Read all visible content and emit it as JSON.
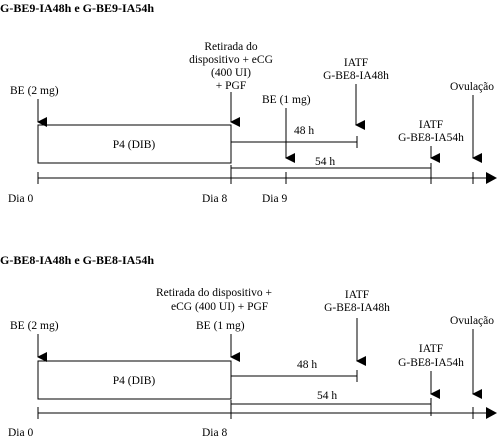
{
  "panel1": {
    "title": "G-BE9-IA48h e G-BE9-IA54h",
    "be_day0": "BE (2 mg)",
    "p4_box": "P4 (DIB)",
    "removal_l1": "Retirada do",
    "removal_l2": "dispositivo + eCG",
    "removal_l3": "(400 UI)",
    "removal_l4": "+ PGF",
    "be_day9": "BE (1 mg)",
    "iatf48_l1": "IATF",
    "iatf48_l2": "G-BE8-IA48h",
    "span48": "48 h",
    "iatf54_l1": "IATF",
    "iatf54_l2": "G-BE8-IA54h",
    "span54": "54 h",
    "ovulation": "Ovulação",
    "day0": "Dia 0",
    "day8": "Dia 8",
    "day9": "Dia 9"
  },
  "panel2": {
    "title": "G-BE8-IA48h e G-BE8-IA54h",
    "be_day0": "BE (2 mg)",
    "p4_box": "P4 (DIB)",
    "removal_l1": "Retirada do dispositivo +",
    "removal_l2": "eCG (400 UI) + PGF",
    "be_day8": "BE (1 mg)",
    "iatf48_l1": "IATF",
    "iatf48_l2": "G-BE8-IA48h",
    "span48": "48 h",
    "iatf54_l1": "IATF",
    "iatf54_l2": "G-BE8-IA54h",
    "span54": "54 h",
    "ovulation": "Ovulação",
    "day0": "Dia 0",
    "day8": "Dia 8"
  }
}
